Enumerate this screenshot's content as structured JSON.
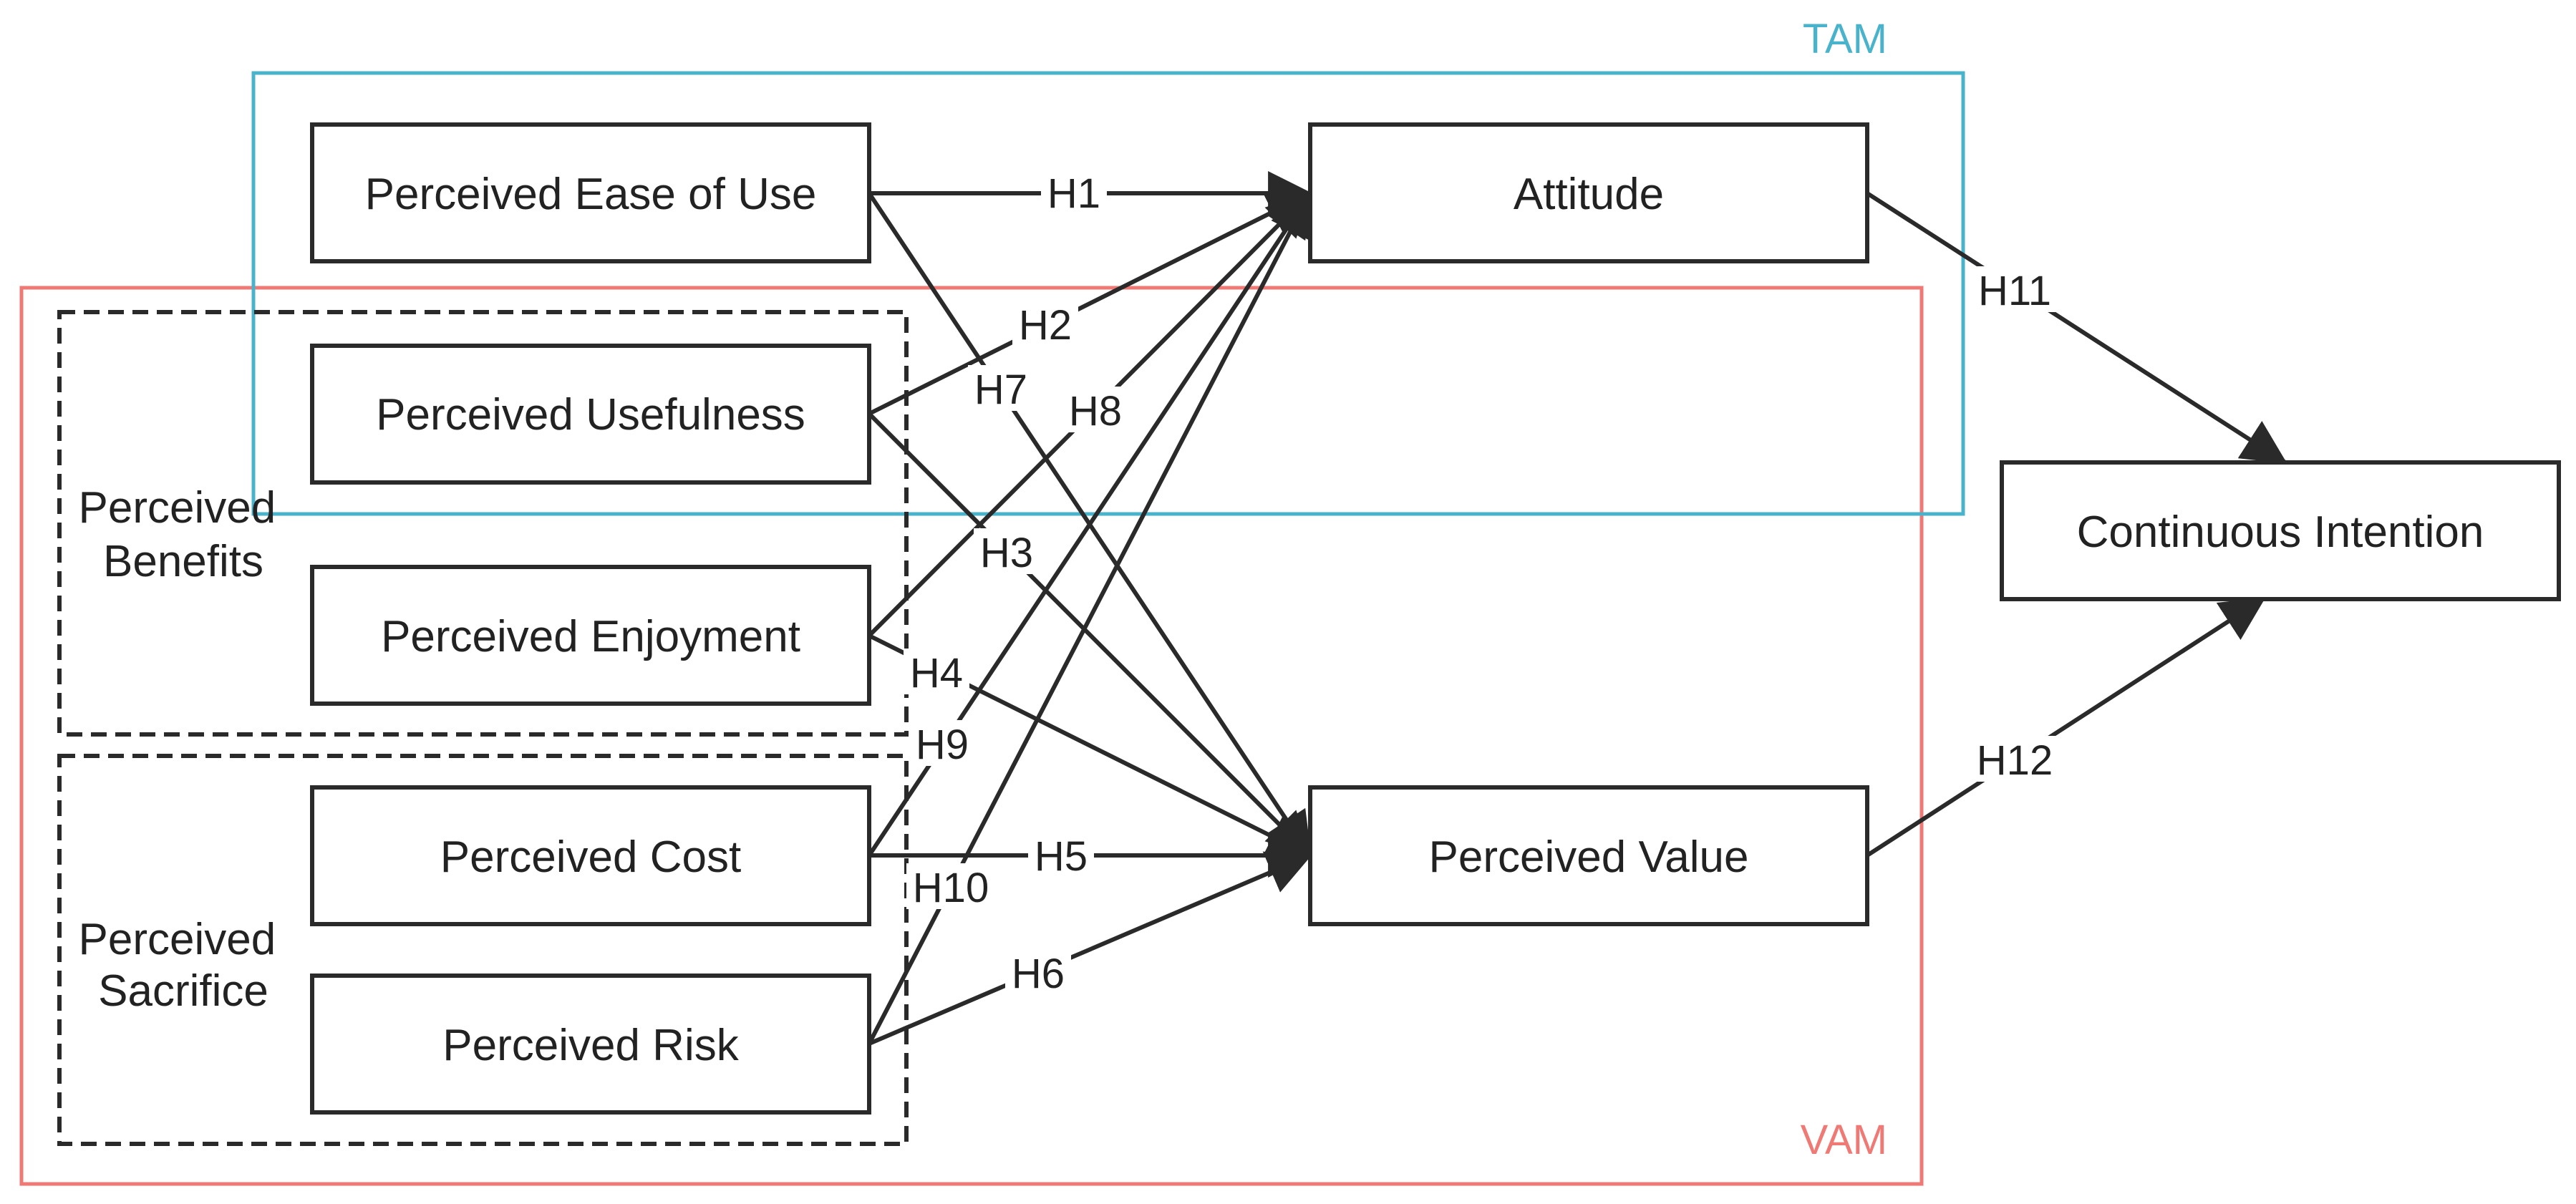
{
  "colors": {
    "tam": "#4ab3cc",
    "vam": "#ef7a75",
    "ink": "#2a2a2a"
  },
  "frames": {
    "tam": "TAM",
    "vam": "VAM"
  },
  "groups": {
    "benefits": [
      "Perceived",
      "Benefits"
    ],
    "sacrifice": [
      "Perceived",
      "Sacrifice"
    ]
  },
  "nodes": {
    "ease_of_use": "Perceived Ease of Use",
    "usefulness": "Perceived Usefulness",
    "enjoyment": "Perceived Enjoyment",
    "cost": "Perceived Cost",
    "risk": "Perceived Risk",
    "attitude": "Attitude",
    "value": "Perceived Value",
    "intention": "Continuous Intention"
  },
  "hypotheses": {
    "h1": "H1",
    "h2": "H2",
    "h3": "H3",
    "h4": "H4",
    "h5": "H5",
    "h6": "H6",
    "h7": "H7",
    "h8": "H8",
    "h9": "H9",
    "h10": "H10",
    "h11": "H11",
    "h12": "H12"
  }
}
